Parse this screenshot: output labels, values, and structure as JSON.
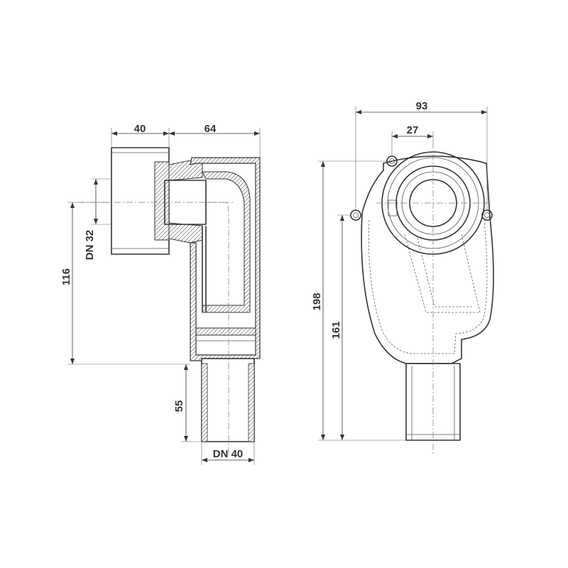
{
  "dimensions": {
    "side_socket_depth": "40",
    "side_body_depth": "64",
    "side_inlet_size": "DN 32",
    "side_total_height": "116",
    "side_outlet_length": "55",
    "side_outlet_size": "DN 40",
    "front_total_width": "93",
    "front_inlet_width": "27",
    "front_total_height": "198",
    "front_outlet_height": "161"
  }
}
